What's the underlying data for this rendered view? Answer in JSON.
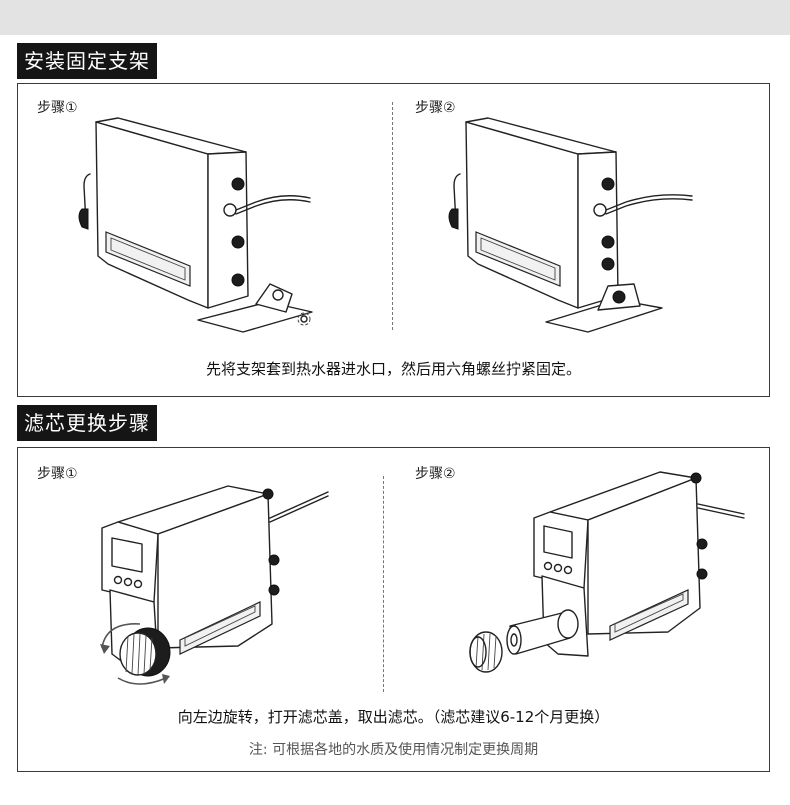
{
  "install": {
    "title": "安装固定支架",
    "step1": "步骤①",
    "step2": "步骤②",
    "caption": "先将支架套到热水器进水口，然后用六角螺丝拧紧固定。"
  },
  "filter": {
    "title": "滤芯更换步骤",
    "step1": "步骤①",
    "step2": "步骤②",
    "caption": "向左边旋转，打开滤芯盖，取出滤芯。（滤芯建议6-12个月更换）",
    "note": "注: 可根据各地的水质及使用情况制定更换周期"
  }
}
